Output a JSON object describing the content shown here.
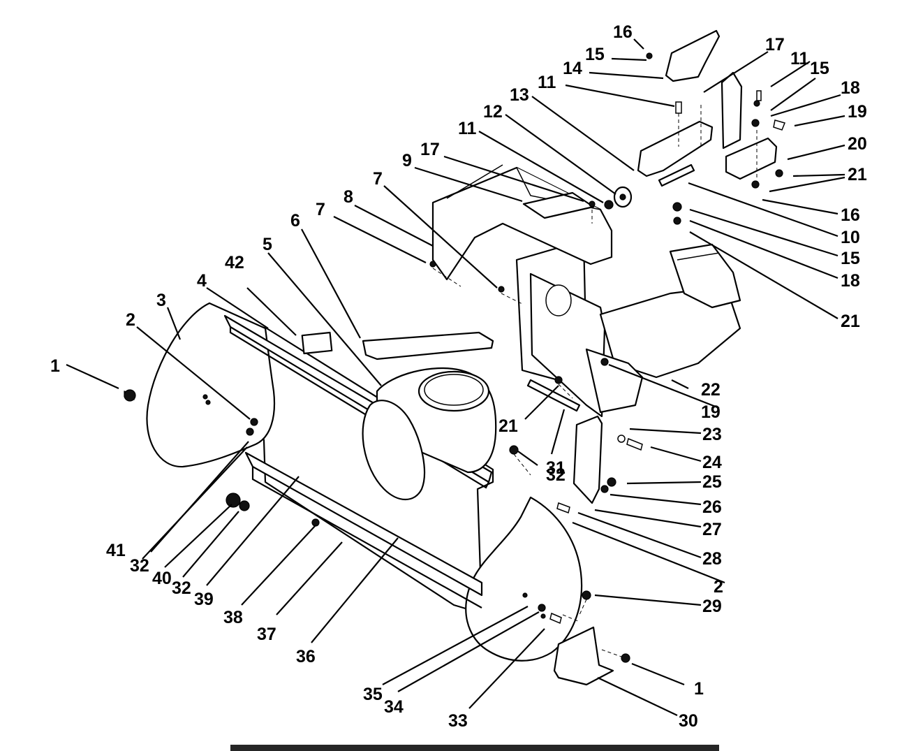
{
  "callouts": [
    {
      "id": "c1a",
      "text": "1"
    },
    {
      "id": "c1b",
      "text": "1"
    },
    {
      "id": "c2a",
      "text": "2"
    },
    {
      "id": "c2b",
      "text": "2"
    },
    {
      "id": "c3",
      "text": "3"
    },
    {
      "id": "c4",
      "text": "4"
    },
    {
      "id": "c5",
      "text": "5"
    },
    {
      "id": "c6",
      "text": "6"
    },
    {
      "id": "c7a",
      "text": "7"
    },
    {
      "id": "c7b",
      "text": "7"
    },
    {
      "id": "c8",
      "text": "8"
    },
    {
      "id": "c9",
      "text": "9"
    },
    {
      "id": "c10",
      "text": "10"
    },
    {
      "id": "c11a",
      "text": "11"
    },
    {
      "id": "c11b",
      "text": "11"
    },
    {
      "id": "c11c",
      "text": "11"
    },
    {
      "id": "c12",
      "text": "12"
    },
    {
      "id": "c13",
      "text": "13"
    },
    {
      "id": "c14",
      "text": "14"
    },
    {
      "id": "c15a",
      "text": "15"
    },
    {
      "id": "c15b",
      "text": "15"
    },
    {
      "id": "c15c",
      "text": "15"
    },
    {
      "id": "c16a",
      "text": "16"
    },
    {
      "id": "c16b",
      "text": "16"
    },
    {
      "id": "c17a",
      "text": "17"
    },
    {
      "id": "c17b",
      "text": "17"
    },
    {
      "id": "c18a",
      "text": "18"
    },
    {
      "id": "c18b",
      "text": "18"
    },
    {
      "id": "c19a",
      "text": "19"
    },
    {
      "id": "c19b",
      "text": "19"
    },
    {
      "id": "c20",
      "text": "20"
    },
    {
      "id": "c21a",
      "text": "21"
    },
    {
      "id": "c21b",
      "text": "21"
    },
    {
      "id": "c21c",
      "text": "21"
    },
    {
      "id": "c22",
      "text": "22"
    },
    {
      "id": "c23",
      "text": "23"
    },
    {
      "id": "c24",
      "text": "24"
    },
    {
      "id": "c25",
      "text": "25"
    },
    {
      "id": "c26",
      "text": "26"
    },
    {
      "id": "c27",
      "text": "27"
    },
    {
      "id": "c28",
      "text": "28"
    },
    {
      "id": "c29",
      "text": "29"
    },
    {
      "id": "c30",
      "text": "30"
    },
    {
      "id": "c31",
      "text": "31"
    },
    {
      "id": "c32a",
      "text": "32"
    },
    {
      "id": "c32b",
      "text": "32"
    },
    {
      "id": "c32c",
      "text": "32"
    },
    {
      "id": "c33",
      "text": "33"
    },
    {
      "id": "c34",
      "text": "34"
    },
    {
      "id": "c35",
      "text": "35"
    },
    {
      "id": "c36",
      "text": "36"
    },
    {
      "id": "c37",
      "text": "37"
    },
    {
      "id": "c38",
      "text": "38"
    },
    {
      "id": "c39",
      "text": "39"
    },
    {
      "id": "c40",
      "text": "40"
    },
    {
      "id": "c41",
      "text": "41"
    },
    {
      "id": "c42",
      "text": "42"
    }
  ]
}
